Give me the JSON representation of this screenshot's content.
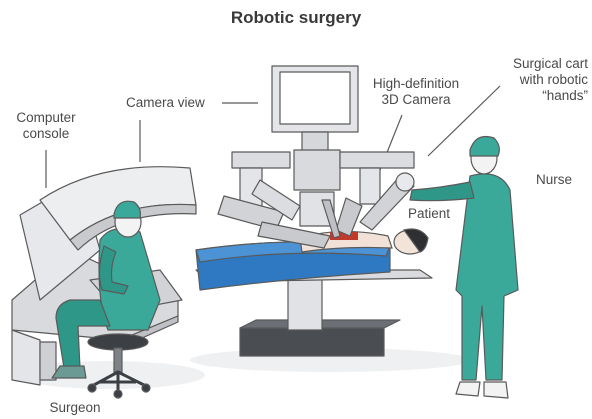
{
  "title": "Robotic surgery",
  "labels": {
    "computer_console": [
      "Computer",
      "console"
    ],
    "camera_view": "Camera view",
    "hd_camera": [
      "High-definition",
      "3D Camera"
    ],
    "surgical_cart": [
      "Surgical cart",
      "with robotic",
      "“hands”"
    ],
    "nurse": "Nurse",
    "patient": "Patient",
    "surgeon": "Surgeon"
  },
  "colors": {
    "scrubs": "#3aa99a",
    "scrubs_dark": "#2a8678",
    "table_blue": "#2f79c2",
    "equipment": "#dcdde0",
    "outline": "#5a5a5a",
    "shadow": "#e8eaec"
  }
}
